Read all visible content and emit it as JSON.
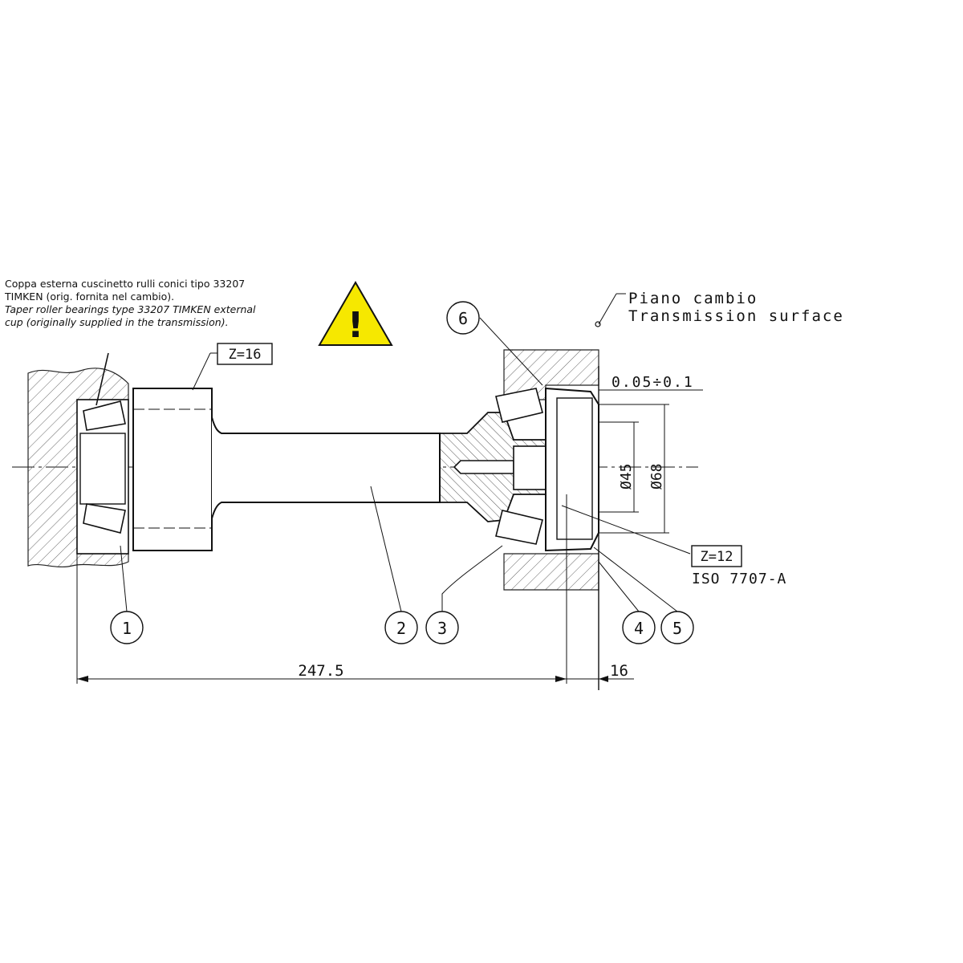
{
  "note": {
    "it_line1": "Coppa esterna cuscinetto rulli conici tipo 33207",
    "it_line2": "TIMKEN (orig. fornita nel cambio).",
    "en_line1": "Taper roller bearings type 33207 TIMKEN external",
    "en_line2": "cup (originally supplied in the transmission)."
  },
  "surface": {
    "it": "Piano cambio",
    "en": "Transmission surface"
  },
  "gear_left": "Z=16",
  "gear_right": "Z=12",
  "spline_std": "ISO 7707-A",
  "tolerance": "0.05÷0.1",
  "dia_inner": "Ø45",
  "dia_outer": "Ø68",
  "dim_length": "247.5",
  "dim_offset": "16",
  "balloons": [
    "1",
    "2",
    "3",
    "4",
    "5",
    "6"
  ],
  "warning_symbol": "!"
}
